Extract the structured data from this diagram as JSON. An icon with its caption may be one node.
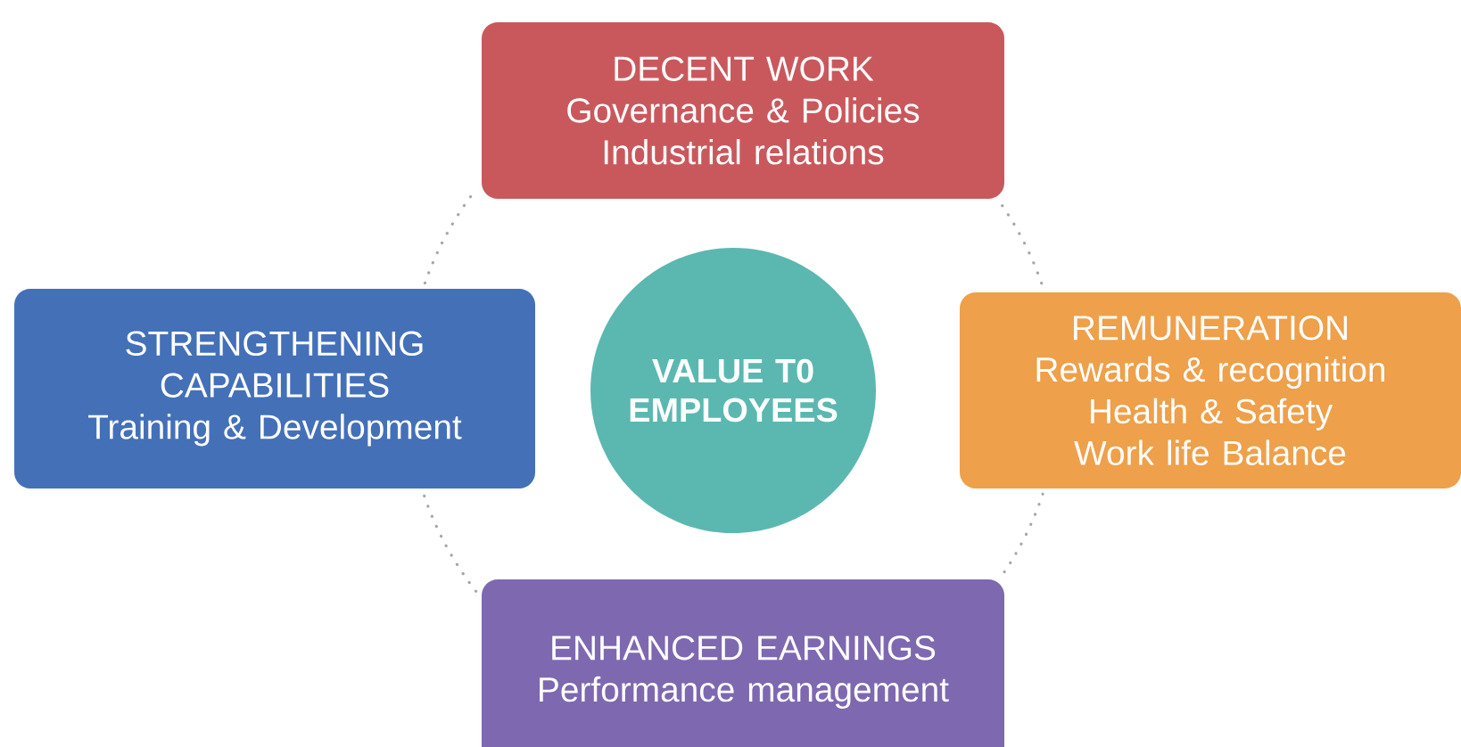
{
  "diagram": {
    "nodes": [
      {
        "text": [
          "DECENT WORK",
          "Governance & Policies",
          "Industrial relations"
        ]
      },
      {
        "text": [
          "STRENGTHENING CAPABILITIES",
          "Training & Development"
        ]
      },
      {
        "text": [
          "VALUE T0 EMPLOYEES"
        ]
      },
      {
        "text": [
          "REMUNERATION",
          "Rewards & recognition",
          "Health & Safety",
          "Work life Balance"
        ]
      },
      {
        "text": [
          "ENHANCED EARNINGS",
          "Performance management"
        ]
      }
    ],
    "edges": [
      {
        "from": 0,
        "to": 3,
        "arrow": "none",
        "style": "dashed"
      },
      {
        "from": 3,
        "to": 4,
        "arrow": "none",
        "style": "dashed"
      },
      {
        "from": 4,
        "to": 1,
        "arrow": "none",
        "style": "dashed"
      },
      {
        "from": 1,
        "to": 0,
        "arrow": "none",
        "style": "dashed"
      }
    ]
  }
}
